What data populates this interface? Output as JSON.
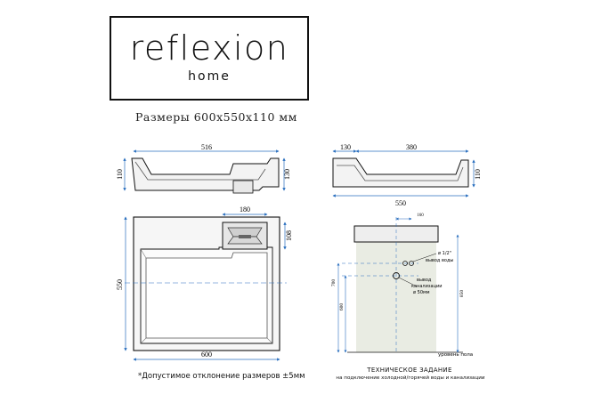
{
  "logo": {
    "main": "reflexion",
    "sub": "home"
  },
  "title": "Размеры 600х550х110 мм",
  "dims": {
    "front_top": "516",
    "front_left": "110",
    "front_right": "130",
    "side_a": "130",
    "side_b": "380",
    "side_right": "110",
    "side_bottom": "550",
    "plan_tray_w": "180",
    "plan_tray_h": "108",
    "plan_left": "550",
    "plan_bottom": "600",
    "tech_top": "160",
    "tech_700": "700",
    "tech_600": "600",
    "tech_850": "850"
  },
  "tech": {
    "water_label_1": "ø 1/2\"",
    "water_label_2": "вывод воды",
    "drain_label_1": "вывод",
    "drain_label_2": "канализации",
    "drain_label_3": "ø 50мм",
    "floor_label": "уровень пола",
    "spec_title": "ТЕХНИЧЕСКОЕ ЗАДАНИЕ",
    "spec_sub": "на подключение холодной/горячей воды и канализации"
  },
  "note": "*Допустимое отклонение размеров ±5мм",
  "colors": {
    "wall": "#e9ece3",
    "accent": "#2a6fbf",
    "line": "#111111"
  }
}
